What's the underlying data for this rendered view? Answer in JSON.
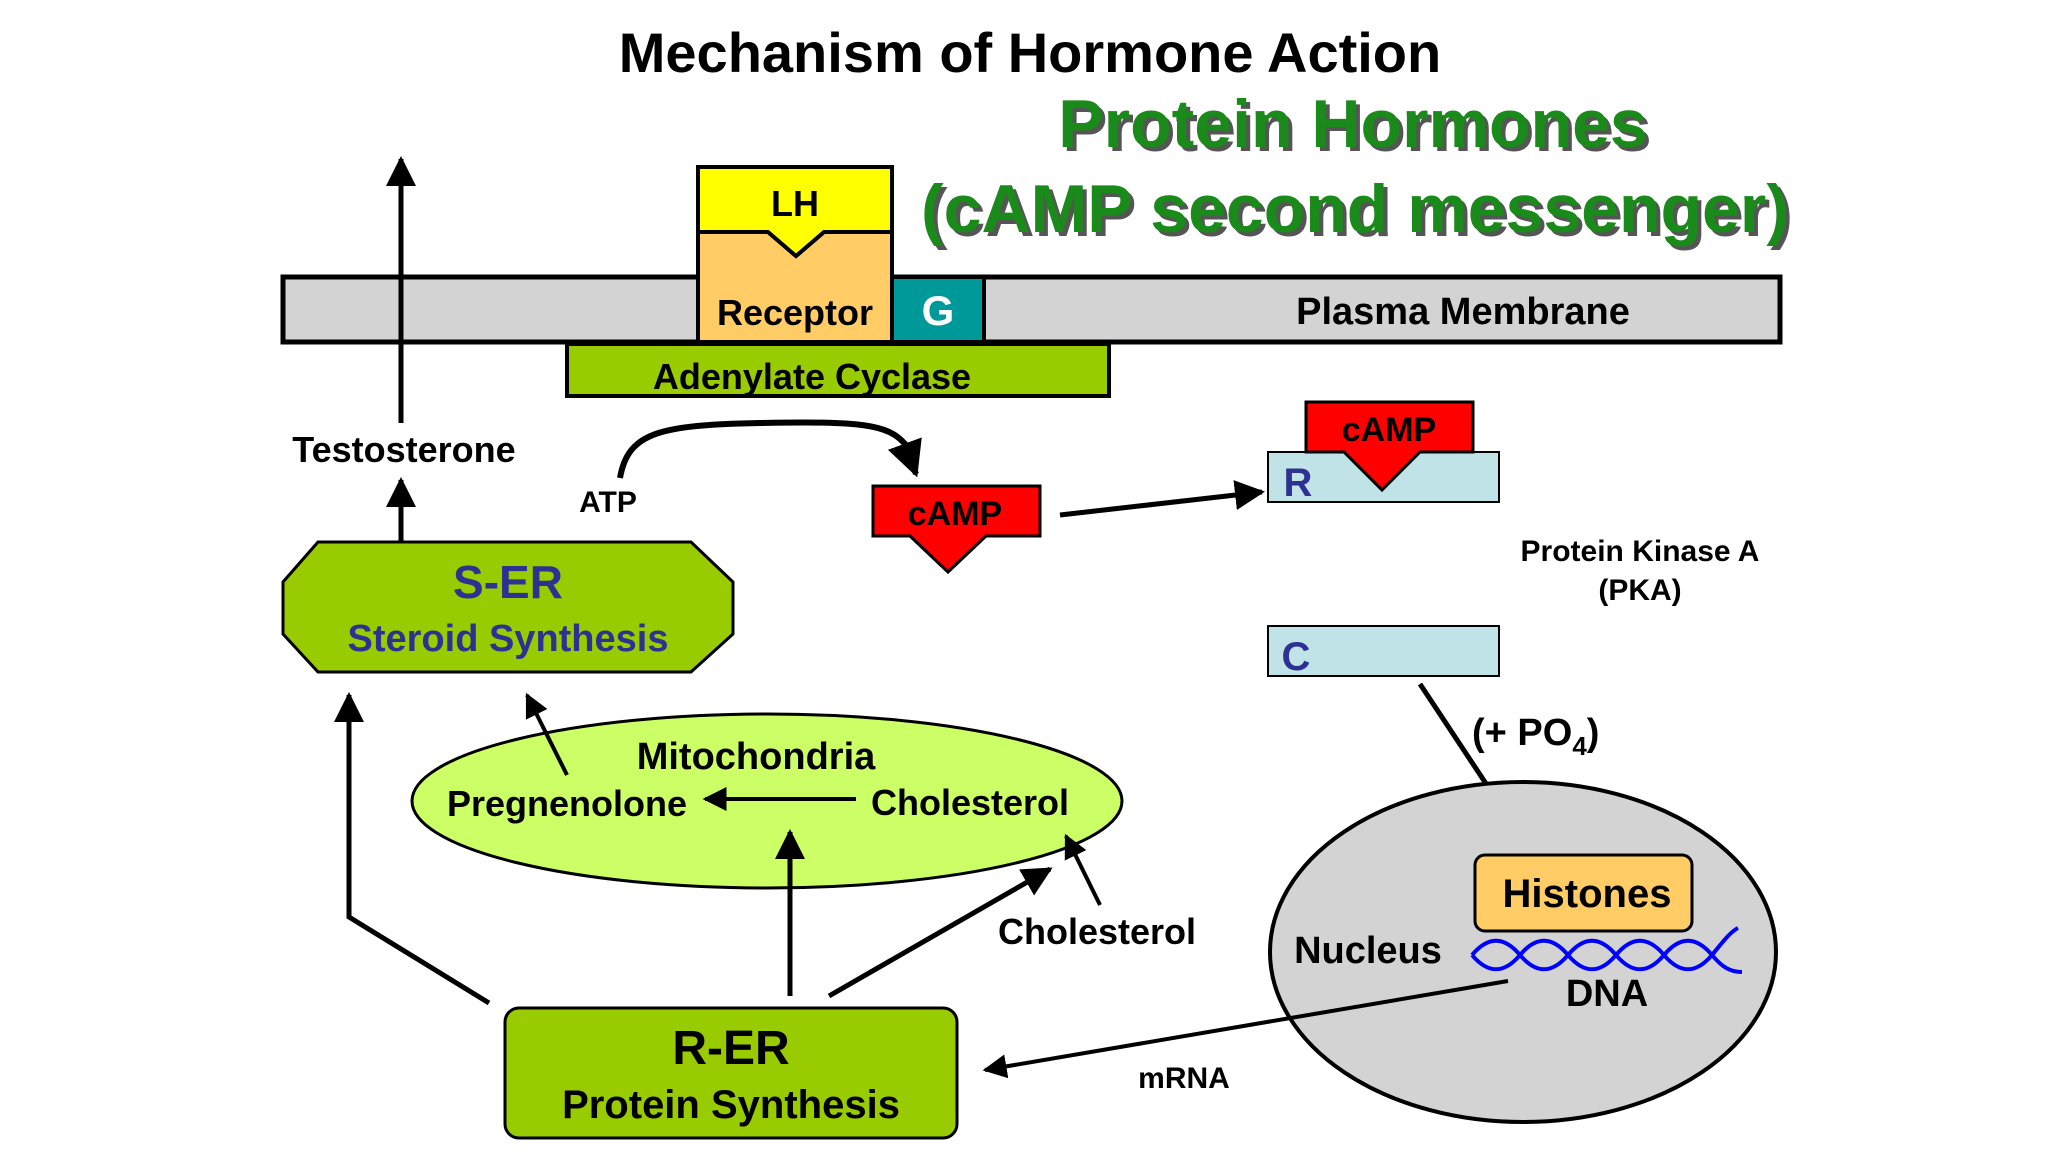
{
  "title": "Mechanism of Hormone Action",
  "subtitle_line1": "Protein Hormones",
  "subtitle_line2": "(cAMP second messenger)",
  "hormone": "LH",
  "receptor": "Receptor",
  "g_protein": "G",
  "membrane": "Plasma Membrane",
  "adenylate_cyclase": "Adenylate Cyclase",
  "testosterone": "Testosterone",
  "atp": "ATP",
  "camp": "cAMP",
  "pka_regulatory": "R",
  "pka_catalytic": "C",
  "pka_line1": "Protein Kinase A",
  "pka_line2": "(PKA)",
  "phosphate_prefix": "(+ PO",
  "phosphate_sub": "4",
  "phosphate_suffix": ")",
  "ser_title": "S-ER",
  "ser_subtitle": "Steroid Synthesis",
  "mitochondria": "Mitochondria",
  "pregnenolone": "Pregnenolone",
  "cholesterol": "Cholesterol",
  "rer_title": "R-ER",
  "rer_subtitle": "Protein Synthesis",
  "nucleus": "Nucleus",
  "histones": "Histones",
  "dna": "DNA",
  "mrna": "mRNA",
  "colors": {
    "membrane": "#d3d3d3",
    "lh": "#ffff00",
    "receptor": "#ffcc66",
    "g_protein": "#009999",
    "organelle_green": "#99cc00",
    "mitochondria": "#ccff66",
    "camp_red": "#ff0000",
    "pka": "#bfe3e6",
    "nucleus": "#d3d3d3",
    "title_green": "#1a8a1a",
    "label_blue": "#2e3192",
    "dna_blue": "#0000ff"
  }
}
